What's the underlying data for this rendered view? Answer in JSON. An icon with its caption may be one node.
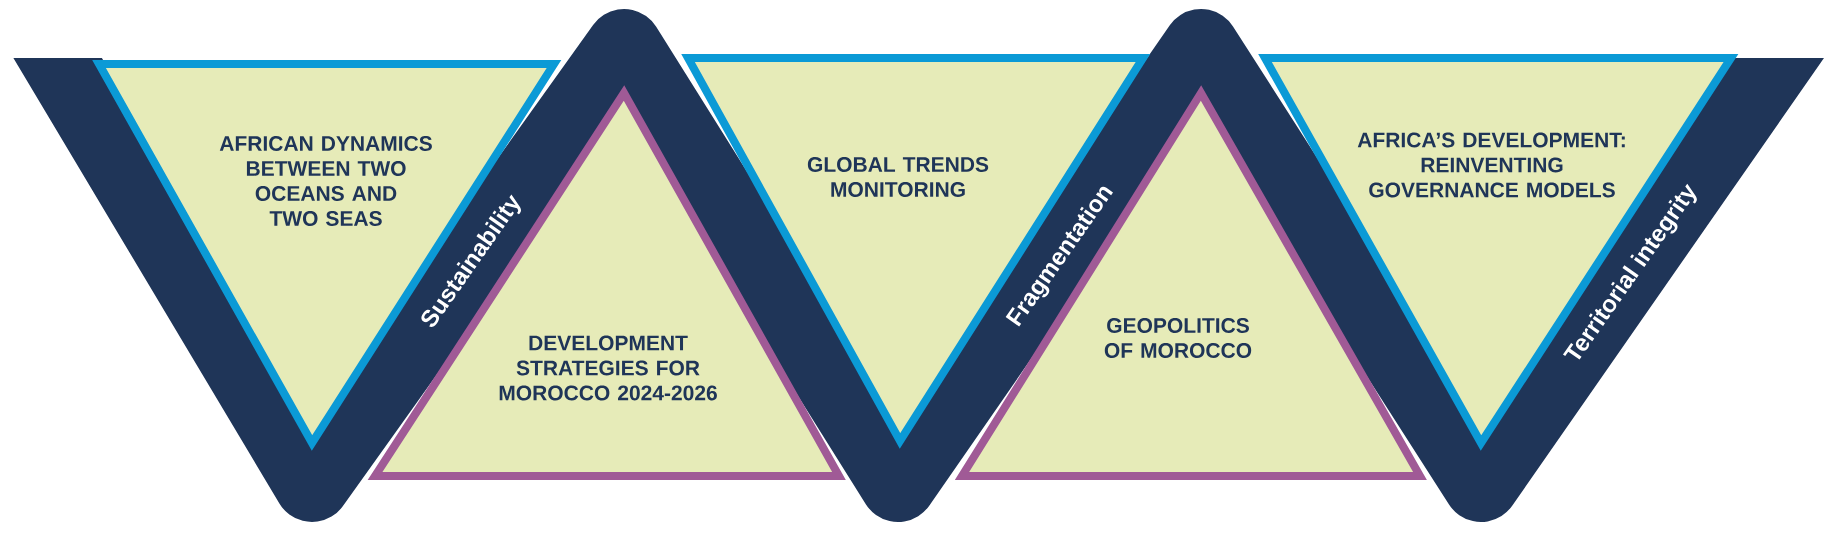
{
  "diagram": {
    "nodes": [
      {
        "text": [
          "AFRICAN DYNAMICS BETWEEN TWO OCEANS AND TWO SEAS"
        ]
      },
      {
        "text": [
          "DEVELOPMENT STRATEGIES FOR MOROCCO 2024-2026"
        ]
      },
      {
        "text": [
          "GLOBAL TRENDS MONITORING"
        ]
      },
      {
        "text": [
          "GEOPOLITICS OF MOROCCO"
        ]
      },
      {
        "text": [
          "AFRICA’S DEVELOPMENT: REINVENTING GOVERNANCE MODELS"
        ]
      }
    ],
    "labels": [
      "Sustainability",
      "Fragmentation",
      "Territorial integrity"
    ]
  }
}
